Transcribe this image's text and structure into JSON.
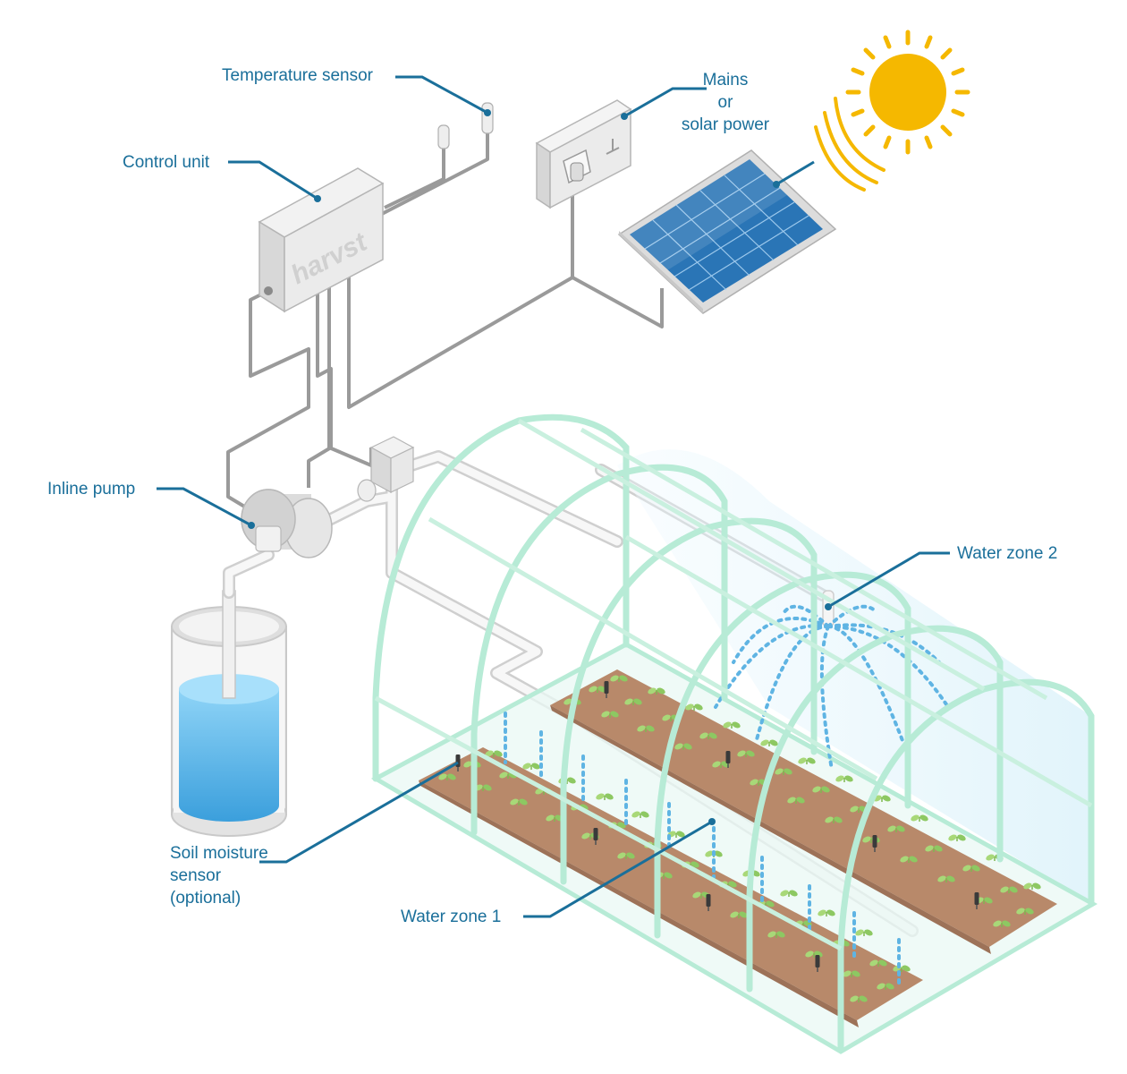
{
  "colors": {
    "label_text": "#1a6f9a",
    "leader_line": "#1a6f9a",
    "cable": "#9a9a9a",
    "device_body": "#e6e6e6",
    "greenhouse_frame": "#b7ebd6",
    "soil": "#b8896a",
    "seedling": "#a8d878",
    "water": "#5ab9ee",
    "spray": "#5fb4e3",
    "sun": "#f5b800",
    "solar_cell": "#2a75b6"
  },
  "labels": {
    "temperature_sensor": "Temperature sensor",
    "control_unit": "Control unit",
    "mains_line1": "Mains",
    "mains_line2": "or",
    "mains_line3": "solar power",
    "inline_pump": "Inline pump",
    "water_zone_2": "Water zone 2",
    "soil_moisture_line1": "Soil moisture",
    "soil_moisture_line2": "sensor",
    "soil_moisture_line3": "(optional)",
    "water_zone_1": "Water zone 1"
  },
  "branding": {
    "control_unit_logo": "harvst"
  },
  "icons": [
    "sun-icon",
    "solar-panel-icon",
    "wall-socket-icon",
    "control-unit-icon",
    "temperature-sensor-icon",
    "inline-pump-icon",
    "water-tank-icon",
    "valve-icon",
    "greenhouse-icon",
    "sprinkler-icon",
    "soil-moisture-sensor-icon"
  ]
}
